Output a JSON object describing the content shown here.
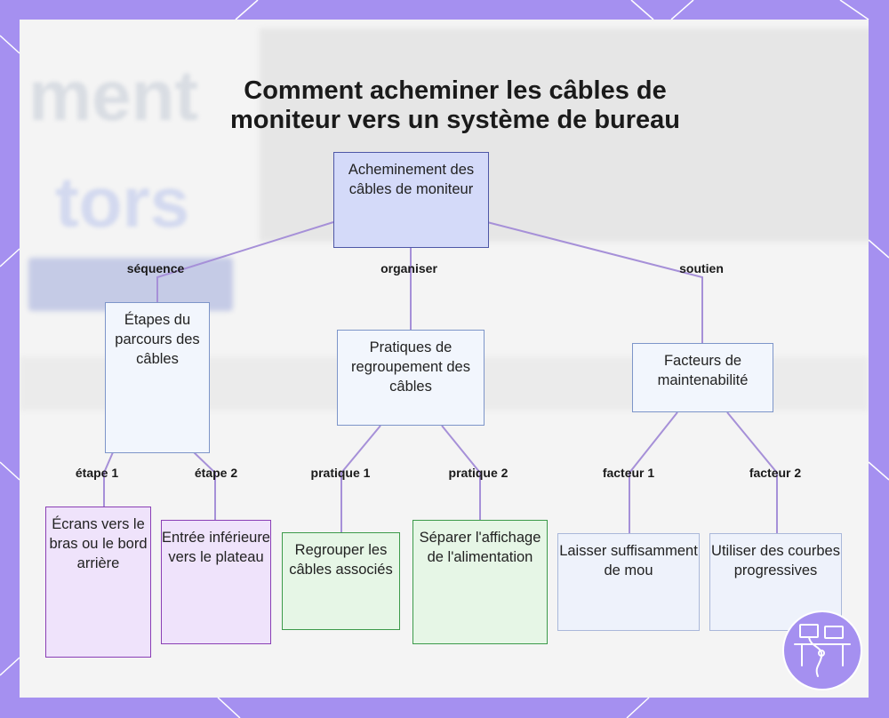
{
  "title": "Comment acheminer les câbles de moniteur vers un système de bureau",
  "nodes": {
    "root": "Acheminement des câbles de moniteur",
    "etapes": "Étapes du parcours des câbles",
    "pratiques": "Pratiques de regroupement des câbles",
    "facteurs": "Facteurs de maintenabilité",
    "ecrans": "Écrans vers le bras ou le bord arrière",
    "entree": "Entrée inférieure vers le plateau",
    "regrouper": "Regrouper les câbles associés",
    "separer": "Séparer l'affichage de l'alimentation",
    "laisser": "Laisser suffisamment de mou",
    "utiliser": "Utiliser des courbes progressives"
  },
  "edge_labels": {
    "sequence": "séquence",
    "organiser": "organiser",
    "soutien": "soutien",
    "etape1": "étape 1",
    "etape2": "étape 2",
    "pratique1": "pratique 1",
    "pratique2": "pratique 2",
    "facteur1": "facteur 1",
    "facteur2": "facteur 2"
  },
  "colors": {
    "background": "#a590f0",
    "edge": "#a690d8",
    "root_fill": "#d4daf9",
    "purple_border": "#8a3fb5",
    "green_border": "#3c9a4a",
    "blue_border": "#aab8da"
  },
  "icons": [
    "desk-setup-logo-icon"
  ]
}
